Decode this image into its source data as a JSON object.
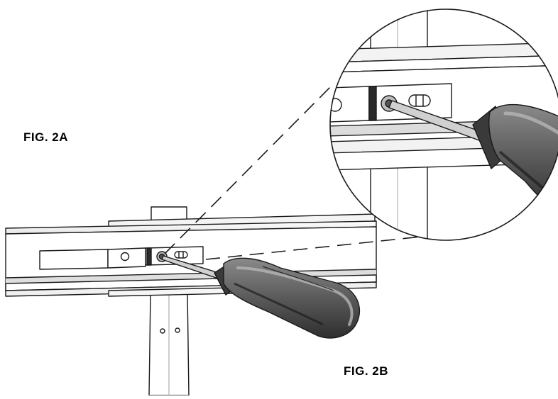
{
  "figure_labels": {
    "fig_a": "FIG. 2A",
    "fig_b": "FIG. 2B"
  },
  "colors": {
    "line": "#1a1a1a",
    "metal_light": "#f2f2f2",
    "metal_mid": "#d9d9d9",
    "handle_dark": "#3d3d3d",
    "handle_mid": "#6e6e6e",
    "handle_light": "#9a9a9a"
  },
  "elements": {
    "rail": "horizontal-rail",
    "bracket": "slotted-bracket",
    "screw": "screw",
    "screwdriver": "screwdriver",
    "post": "vertical-post",
    "magnifier": "zoom-detail-circle"
  }
}
